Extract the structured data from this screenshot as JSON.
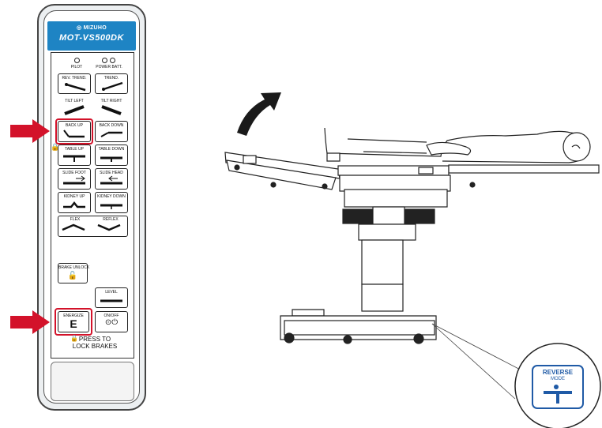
{
  "remote": {
    "brand": "MIZUHO",
    "model": "MOT-VS500DK",
    "indicators": {
      "pilot": "PILOT",
      "power_batt": "POWER BATT."
    },
    "buttons": {
      "rev_trend": "REV. TREND.",
      "trend": "TREND.",
      "tilt_left": "TILT LEFT",
      "tilt_right": "TILT RIGHT",
      "back_up": "BACK UP",
      "back_down": "BACK DOWN",
      "table_up": "TABLE UP",
      "table_down": "TABLE DOWN",
      "slide_foot": "SLIDE FOOT",
      "slide_head": "SLIDE HEAD",
      "kidney_up": "KIDNEY UP",
      "kidney_down": "KIDNEY DOWN",
      "flex": "FLEX",
      "reflex": "REFLEX",
      "brake_unlock": "BRAKE UNLOCK",
      "level": "LEVEL",
      "energize": "ENERGIZE",
      "energize_letter": "E",
      "on_off": "ON/OFF"
    },
    "press_to_lock": "PRESS TO\nLOCK BRAKES"
  },
  "badge": {
    "line1": "REVERSE",
    "line2": "MODE"
  },
  "colors": {
    "brand_blue": "#1e84c4",
    "highlight_red": "#d3122a",
    "badge_blue": "#1f5aa6"
  }
}
